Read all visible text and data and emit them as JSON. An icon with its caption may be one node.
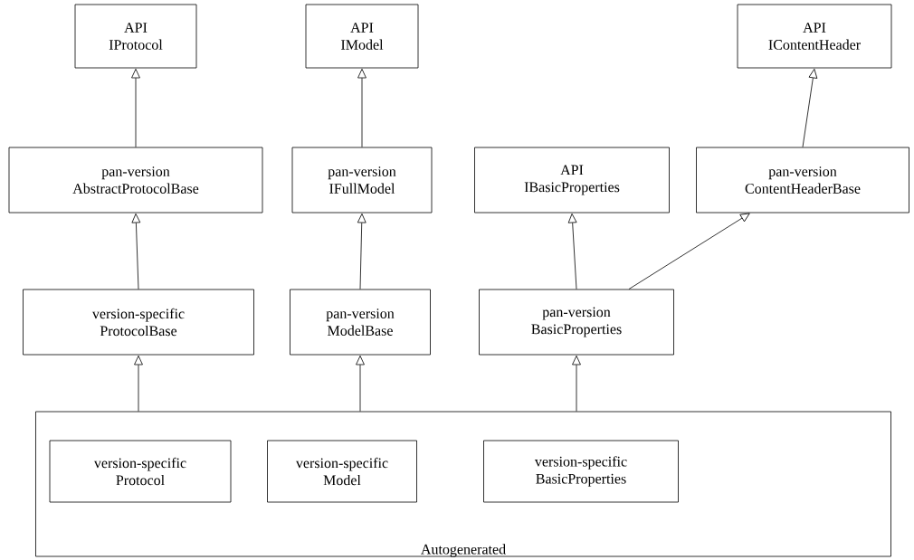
{
  "diagram": {
    "nodes": [
      {
        "text": [
          "API",
          "IProtocol"
        ]
      },
      {
        "text": [
          "API",
          "IModel"
        ]
      },
      {
        "text": [
          "API",
          "IContentHeader"
        ]
      },
      {
        "text": [
          "pan-version",
          "AbstractProtocolBase"
        ]
      },
      {
        "text": [
          "pan-version",
          "IFullModel"
        ]
      },
      {
        "text": [
          "API",
          "IBasicProperties"
        ]
      },
      {
        "text": [
          "pan-version",
          "ContentHeaderBase"
        ]
      },
      {
        "text": [
          "version-specific",
          "ProtocolBase"
        ]
      },
      {
        "text": [
          "pan-version",
          "ModelBase"
        ]
      },
      {
        "text": [
          "pan-version",
          "BasicProperties"
        ]
      },
      {
        "text": [
          "Autogenerated"
        ]
      },
      {
        "text": [
          "version-specific",
          "Protocol"
        ],
        "in": 10
      },
      {
        "text": [
          "version-specific",
          "Model"
        ],
        "in": 10
      },
      {
        "text": [
          "version-specific",
          "BasicProperties"
        ],
        "in": 10
      }
    ],
    "edges": [
      {
        "from": 3,
        "to": 0,
        "arrow": "to"
      },
      {
        "from": 4,
        "to": 1,
        "arrow": "to"
      },
      {
        "from": 6,
        "to": 2,
        "arrow": "to"
      },
      {
        "from": 7,
        "to": 3,
        "arrow": "to"
      },
      {
        "from": 8,
        "to": 4,
        "arrow": "to"
      },
      {
        "from": 9,
        "to": 5,
        "arrow": "to"
      },
      {
        "from": 9,
        "to": 6,
        "arrow": "to"
      },
      {
        "from": 10,
        "to": 7,
        "arrow": "to"
      },
      {
        "from": 10,
        "to": 8,
        "arrow": "to"
      },
      {
        "from": 10,
        "to": 9,
        "arrow": "to"
      }
    ]
  }
}
